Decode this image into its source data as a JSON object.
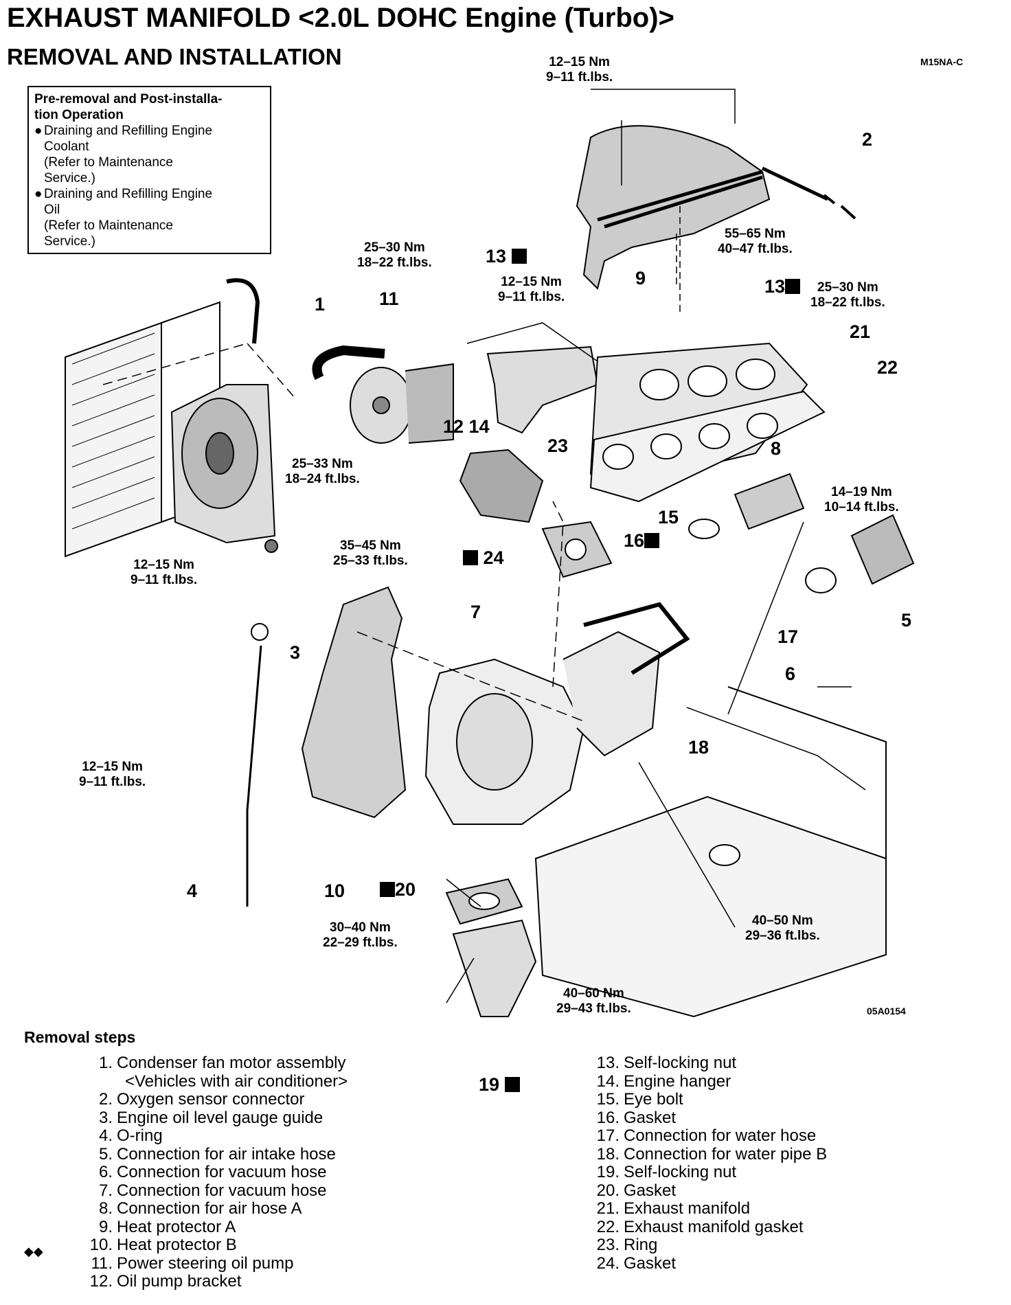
{
  "header": {
    "title": "EXHAUST MANIFOLD <2.0L DOHC Engine (Turbo)>",
    "subtitle": "REMOVAL AND INSTALLATION",
    "code": "M15NA-C",
    "figure_code": "05A0154"
  },
  "pre_box": {
    "title_l1": "Pre-removal and Post-installa-",
    "title_l2": "tion Operation",
    "item1_l1": "Draining and Refilling Engine",
    "item1_l2": "Coolant",
    "item1_l3": "(Refer to Maintenance",
    "item1_l4": "Service.)",
    "item2_l1": "Draining and Refilling Engine",
    "item2_l2": "Oil",
    "item2_l3": "(Refer to Maintenance",
    "item2_l4": "Service.)"
  },
  "torques": {
    "t1a": "12–15 Nm",
    "t1b": "9–11 ft.lbs.",
    "t2a": "25–30 Nm",
    "t2b": "18–22 ft.lbs.",
    "t3a": "12–15 Nm",
    "t3b": "9–11 ft.lbs.",
    "t4a": "55–65 Nm",
    "t4b": "40–47 ft.lbs.",
    "t5a": "25–30 Nm",
    "t5b": "18–22 ft.lbs.",
    "t6a": "25–33 Nm",
    "t6b": "18–24 ft.lbs.",
    "t7a": "35–45 Nm",
    "t7b": "25–33 ft.lbs.",
    "t8a": "12–15 Nm",
    "t8b": "9–11 ft.lbs.",
    "t9a": "14–19 Nm",
    "t9b": "10–14 ft.lbs.",
    "t10a": "12–15 Nm",
    "t10b": "9–11 ft.lbs.",
    "t11a": "30–40 Nm",
    "t11b": "22–29 ft.lbs.",
    "t12a": "40–50 Nm",
    "t12b": "29–36 ft.lbs.",
    "t13a": "40–60 Nm",
    "t13b": "29–43 ft.lbs."
  },
  "part_labels": {
    "p1": "1",
    "p2": "2",
    "p3": "3",
    "p4": "4",
    "p5": "5",
    "p6": "6",
    "p7": "7",
    "p8": "8",
    "p9": "9",
    "p10": "10",
    "p11": "11",
    "p12_14": "12 14",
    "p13a": "13",
    "p13b": "13",
    "p15": "15",
    "p16": "16",
    "p17": "17",
    "p18": "18",
    "p19": "19",
    "p20": "20",
    "p21": "21",
    "p22": "22",
    "p23": "23",
    "p24": "24"
  },
  "removal": {
    "title": "Removal steps",
    "left": [
      {
        "num": "1.",
        "text": "Condenser fan motor assembly"
      },
      {
        "num": "",
        "text": "<Vehicles with air conditioner>"
      },
      {
        "num": "2.",
        "text": "Oxygen sensor connector"
      },
      {
        "num": "3.",
        "text": "Engine oil level gauge guide"
      },
      {
        "num": "4.",
        "text": "O-ring"
      },
      {
        "num": "5.",
        "text": "Connection for air intake hose"
      },
      {
        "num": "6.",
        "text": "Connection for vacuum hose"
      },
      {
        "num": "7.",
        "text": "Connection for vacuum hose"
      },
      {
        "num": "8.",
        "text": "Connection for air hose A"
      },
      {
        "num": "9.",
        "text": "Heat protector A"
      },
      {
        "num": "10.",
        "text": "Heat protector B"
      },
      {
        "num": "11.",
        "text": "Power steering oil pump"
      },
      {
        "num": "12.",
        "text": "Oil pump bracket"
      }
    ],
    "right": [
      {
        "num": "13.",
        "text": "Self-locking nut"
      },
      {
        "num": "14.",
        "text": "Engine hanger"
      },
      {
        "num": "15.",
        "text": "Eye bolt"
      },
      {
        "num": "16.",
        "text": "Gasket"
      },
      {
        "num": "17.",
        "text": "Connection for water hose"
      },
      {
        "num": "18.",
        "text": "Connection for water pipe B"
      },
      {
        "num": "19.",
        "text": "Self-locking nut"
      },
      {
        "num": "20.",
        "text": "Gasket"
      },
      {
        "num": "21.",
        "text": "Exhaust manifold"
      },
      {
        "num": "22.",
        "text": "Exhaust manifold gasket"
      },
      {
        "num": "23.",
        "text": "Ring"
      },
      {
        "num": "24.",
        "text": "Gasket"
      }
    ]
  }
}
